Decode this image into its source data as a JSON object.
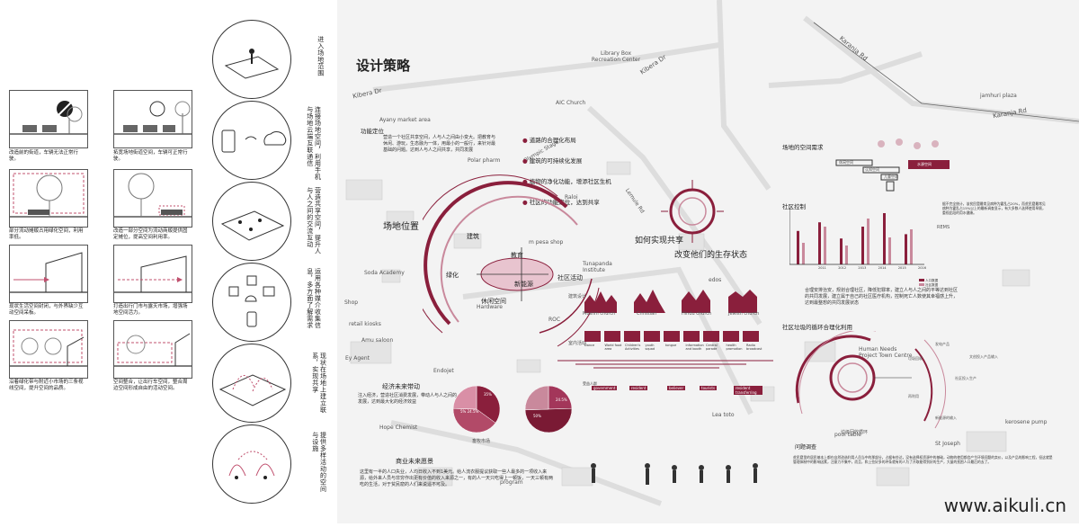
{
  "title": "设计策略",
  "left_strategies": [
    {
      "label": "进入场地范围"
    },
    {
      "label": "连接场地空间，利用手机与场地云端互联通信"
    },
    {
      "label": "营造共享空间，提升人与人之间的交流互动"
    },
    {
      "label": "运用各种媒介收集信息，多方面了解需求"
    },
    {
      "label": "现状在场地上建立联系，实现共享"
    },
    {
      "label": "提供多样活动的空间与设施"
    }
  ],
  "panel_captions": [
    "改造前的街道，车辆无法正常行驶。",
    "拓宽场地街道空间，车辆可正常行驶。",
    "部分流动摊贩占用绿化空间，利用率低。",
    "改造一部分空间为流动商贩提供固定摊位，提高空间利用率。",
    "现状生活空间封闭，与外界缺少互动空间呆板。",
    "打造出行门市与露天市场，增强场地空间活力。",
    "沿着绿化带与附近小市场的三条视线空间，提升空间的品质。",
    "空间整合，让出行车空间，整合周边空间形成自由的活动空间。"
  ],
  "map_labels": {
    "library": "Library Box Recreation Center",
    "kibera_dr": "Kibera Dr",
    "kibera_dr2": "Kibera Dr",
    "aic_church": "AIC Church",
    "ayany": "Ayany market area",
    "olympic": "Olympic Stage",
    "raloi": "Raloi",
    "lemule": "Lemule Rd",
    "mpesa": "m pesa shop",
    "tunapanda": "Tunapanda Institute",
    "soda": "Soda Academy",
    "shop": "Shop",
    "kiosks": "retail kiosks",
    "saloon": "Amu saloon",
    "agent": "Ey Agent",
    "endojet": "Endojet",
    "hope": "Hope Chemist",
    "lea_toto": "Lea toto",
    "program": "program",
    "pool": "pool table",
    "hardware": "Hardware",
    "roc": "ROC",
    "edos": "edos",
    "karanja": "Karanja Rd",
    "karanja2": "Karanja Rd",
    "jamhuri": "jamhuri plaza",
    "human_needs": "Human Needs Project Town Centre",
    "st_joseph": "St Joseph",
    "kerosene": "kerosene pump",
    "polar": "Polar pharm"
  },
  "site_location": "场地位置",
  "site_rings": [
    "建筑",
    "教育",
    "绿化",
    "休闲空间",
    "新能源"
  ],
  "function_positioning": {
    "title": "功能定位",
    "text": "营造一个社区共享空间，人与人之间由小变大。把教育与休闲、游玩，生态融为一体，用最小的一般行，来针对最基础的问题。达到人与人之间共享，共同发展"
  },
  "goals": [
    "道路的合理化布局",
    "建筑的可持续化发展",
    "植物的净化功能，增添社区生机",
    "社区的功能定位，达到共享"
  ],
  "how_share": "如何实现共享",
  "change_state": "改变他们的生存状态",
  "community_activity": {
    "title": "社区活动",
    "row_label1": "建筑设计",
    "row_label2": "室内活动",
    "buildings": [
      "Muslim church",
      "Christian",
      "Hindu church",
      "Jewish church"
    ],
    "activities": [
      "Dance",
      "World food area",
      "Children's Activities",
      "youth squad",
      "tongue",
      "information and booth",
      "Central parade",
      "health promotion",
      "Radio broadcast"
    ]
  },
  "economy": {
    "title": "经济未来带动",
    "text": "注入经济，营造社区消费发展，带动人与人之间的发展，达到最大化的经济效益",
    "chart_label": "畜牧市场",
    "pie1_labels": [
      "35%",
      "5% 24.5%"
    ],
    "pie2_labels": [
      "24.5%",
      "50%"
    ],
    "right_labels": [
      "受益人群",
      "government",
      "resident",
      "believer",
      "tourists",
      "resident transferring"
    ]
  },
  "business": {
    "title": "商业未来愿景",
    "text": "这里有一半的人口失业，人均日收入不到1美元。给人流衣服提议获取一些人最多的一项收入来源，给外来人员与非穷作出更有价值的收入来源之一，有的人一天只吃得上一顿饭，一天三顿有两吃的生活，对于贫民窟的人们来说遥不可及。"
  },
  "space_demand": {
    "title": "场地的空间需求",
    "bars": [
      "休闲空间",
      "认知空间",
      "儿童空间",
      "水源空间"
    ]
  },
  "community_control": {
    "title": "社区控制",
    "years": [
      "2011",
      "2012",
      "2013",
      "2014",
      "2015",
      "2016"
    ],
    "legend": [
      "人口数据",
      "社区数据"
    ],
    "note": "据不完全统计，该贫民窟最常见病种为霍乱占20%，而贫民窟最常见病种为霍乱占15%以上的最新调查显示，有大多数人选择使用旱厕，重视此段的用水健康。",
    "tag": "REMS",
    "text": "合理安排治安，规划合理社区，降低犯罪率，建立人与人之间的平等达到社区的共同发展，建立属于自己的社区医疗机构，控制死亡人数使其幸福感上升，达到最整想的共同发展状态"
  },
  "garbage": {
    "title": "社区垃圾的循环合理化利用",
    "labels": [
      "发电产品",
      "文创投入产品输入",
      "社区投入生产",
      "新能源的输入",
      "垃圾回收",
      "再利用",
      "垃圾回收循环"
    ]
  },
  "problem": {
    "title": "问题调查",
    "text": "贫民窟里的居民基本上都在自然改造利用人员当中的那部分，占据有些达，没有选择权资源中的基础，动物的使用都会产生环境问题的卖价，以及产品的影响工程，但这就是管理体制中的影响因素，注意力不集中，而且，和上些好多的冲条就有的人为了开取能得到好的生产，大量的贫困人口最后的去了。"
  },
  "watermark": "www.aikuli.cn",
  "chart_data": [
    {
      "type": "bar",
      "title": "社区控制",
      "categories": [
        "2011",
        "2012",
        "2013",
        "2014",
        "2015",
        "2016"
      ],
      "series": [
        {
          "name": "人口数据",
          "values": [
            62,
            78,
            48,
            70,
            95,
            56
          ]
        },
        {
          "name": "社区数据",
          "values": [
            40,
            70,
            35,
            85,
            50,
            65
          ]
        }
      ],
      "ylim": [
        0,
        100
      ]
    },
    {
      "type": "pie",
      "labels": [
        "35%",
        "5% 24.5%"
      ],
      "values": [
        35,
        40.5,
        24.5
      ]
    },
    {
      "type": "pie",
      "labels": [
        "24.5%",
        "50%"
      ],
      "values": [
        24.5,
        50,
        25.5
      ]
    }
  ],
  "colors": {
    "accent": "#8a1f3c",
    "accent_light": "#c9899c",
    "pink": "#e8c4cf"
  }
}
